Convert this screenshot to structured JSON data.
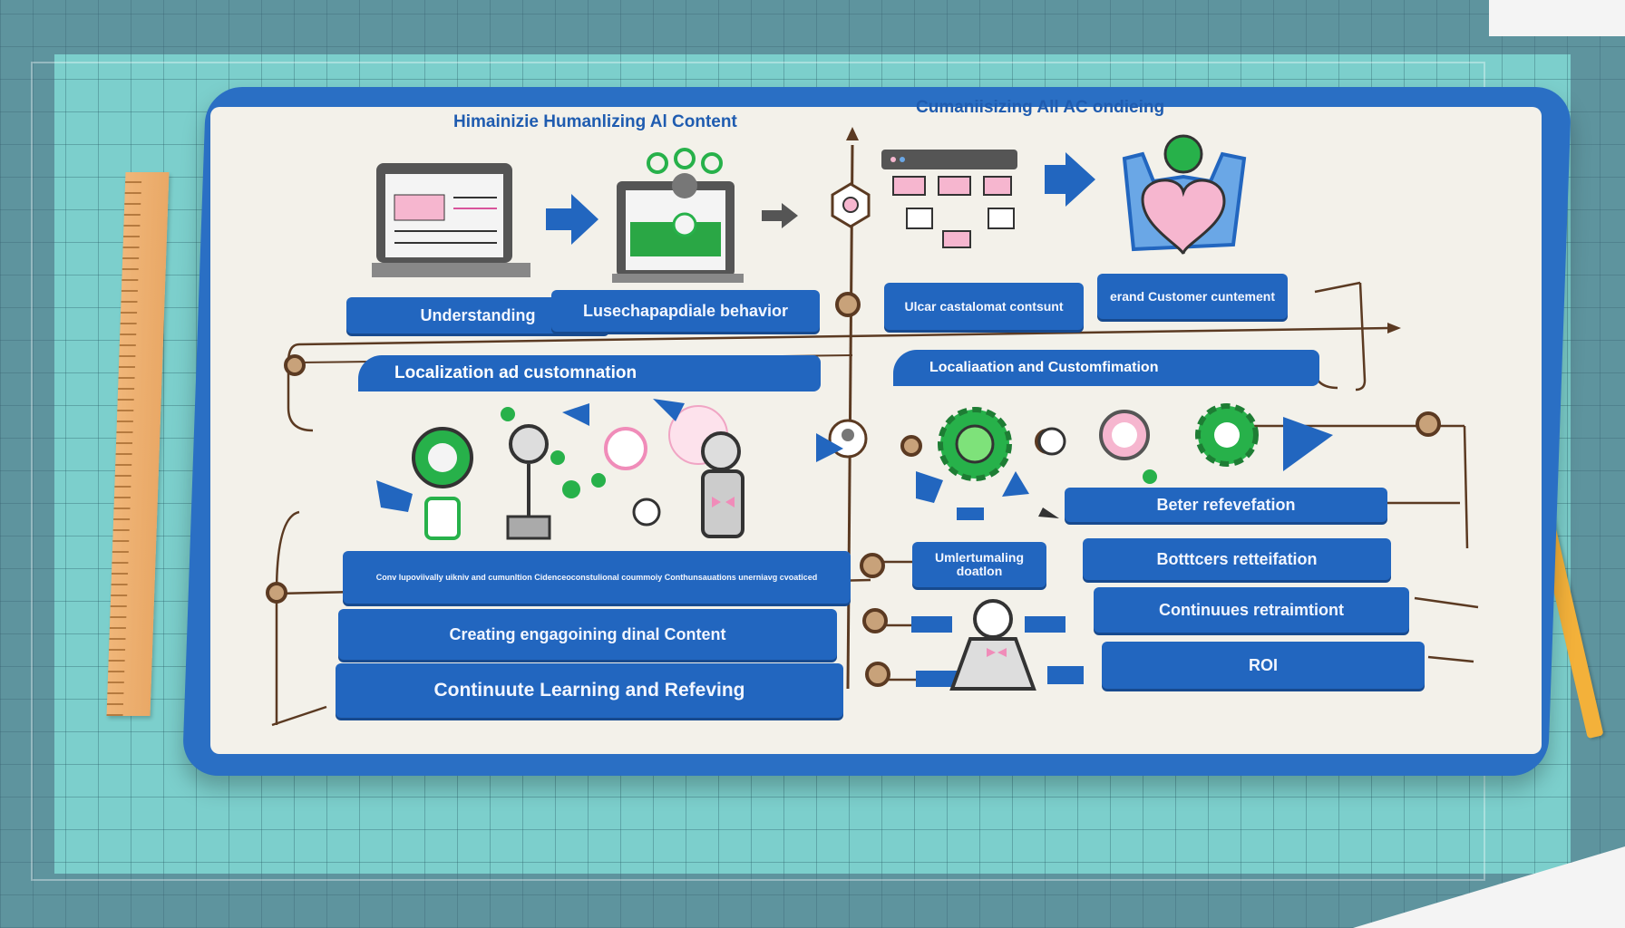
{
  "titles": {
    "left": "Himainizie Humanlizing Al Content",
    "right": "Cumaniisizing All AC ondieing"
  },
  "top_labels": {
    "understanding": "Understanding",
    "behavior": "Lusechapapdiale behavior",
    "user": "Ulcar castalomat contsunt",
    "brand": "erand Customer cuntement"
  },
  "bands": {
    "left": "Localization ad customnation",
    "right": "Localiaation and Customfimation"
  },
  "bottom_left": {
    "small_text": "Conv lupoviivally uikniv and cumunltion Cidenceoconstulional coummoiy Conthunsauations unerniavg cvoaticed",
    "creating": "Creating engagoining dinal Content",
    "learning": "Continuute Learning and Refeving"
  },
  "bottom_right": {
    "understanding": "Umlertumaling doatlon",
    "better1": "Beter refevefation",
    "better2": "Botttcers retteifation",
    "continuous": "Continuues retraimtiont",
    "roi": "ROI"
  },
  "colors": {
    "accent": "#2266bf",
    "mat": "#7ccfcc",
    "green": "#27b14a",
    "pink": "#f6b6cf"
  }
}
